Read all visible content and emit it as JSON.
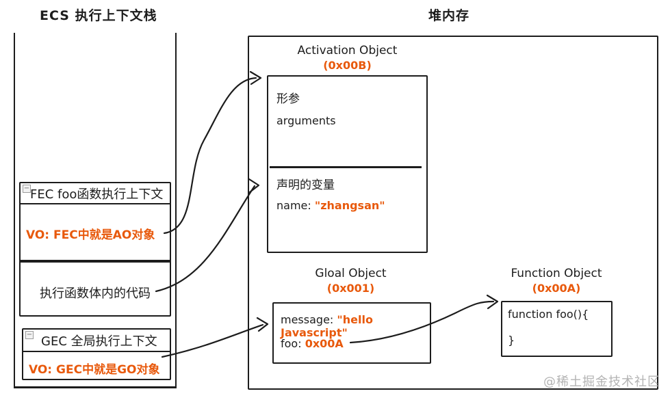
{
  "titles": {
    "stack": "ECS 执行上下文栈",
    "heap": "堆内存"
  },
  "stack": {
    "fec": {
      "collapse_glyph": "−",
      "header": "FEC foo函数执行上下文",
      "vo": "VO: FEC中就是AO对象",
      "body": "执行函数体内的代码"
    },
    "gec": {
      "collapse_glyph": "−",
      "header": "GEC 全局执行上下文",
      "vo": "VO: GEC中就是GO对象"
    }
  },
  "heap": {
    "activation_object": {
      "title": "Activation Object",
      "address": "(0x00B)",
      "params_label": "形参",
      "arguments_label": "arguments",
      "declared_label": "声明的变量",
      "name_key": "name:",
      "name_value": "\"zhangsan\""
    },
    "global_object": {
      "title": "Gloal Object",
      "address": "(0x001)",
      "message_key": "message:",
      "message_value": "\"hello Javascript\"",
      "foo_key": "foo:",
      "foo_value": "0x00A"
    },
    "function_object": {
      "title": "Function Object",
      "address": "(0x00A)",
      "code_line_1": "function foo(){",
      "code_line_2": "}"
    }
  },
  "watermark": "@稀土掘金技术社区",
  "colors": {
    "accent_orange": "#e8590c",
    "ink": "#1c1c1c",
    "watermark_gray": "#b3b3b3"
  }
}
